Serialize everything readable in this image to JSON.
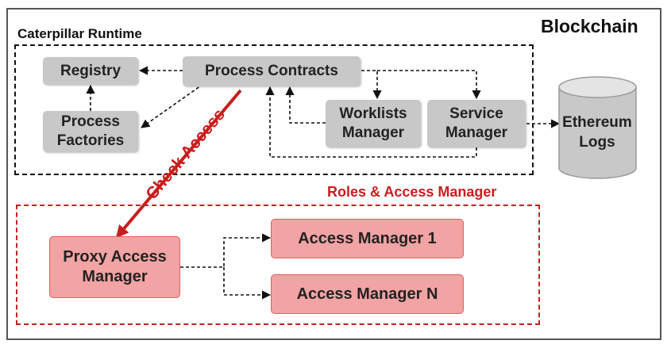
{
  "labels": {
    "blockchain": "Blockchain",
    "caterpillar_runtime": "Caterpillar Runtime",
    "roles_access_manager": "Roles & Access Manager",
    "check_access": "Check Access"
  },
  "nodes": {
    "registry": [
      "Registry"
    ],
    "process_contracts": [
      "Process Contracts"
    ],
    "process_factories": [
      "Process",
      "Factories"
    ],
    "worklists_manager": [
      "Worklists",
      "Manager"
    ],
    "service_manager": [
      "Service",
      "Manager"
    ],
    "ethereum_logs": [
      "Ethereum",
      "Logs"
    ],
    "proxy_access_manager": [
      "Proxy Access",
      "Manager"
    ],
    "access_manager_1": [
      "Access Manager 1"
    ],
    "access_manager_n": [
      "Access Manager N"
    ]
  },
  "colors": {
    "frame": "#555555",
    "runtime_border": "#111111",
    "access_border": "#c81e1e",
    "gray_box": "#c8c8c8",
    "pink_box": "#f2a3a3",
    "cylinder": "#c8c8c8",
    "accent_red": "#c81e1e"
  }
}
